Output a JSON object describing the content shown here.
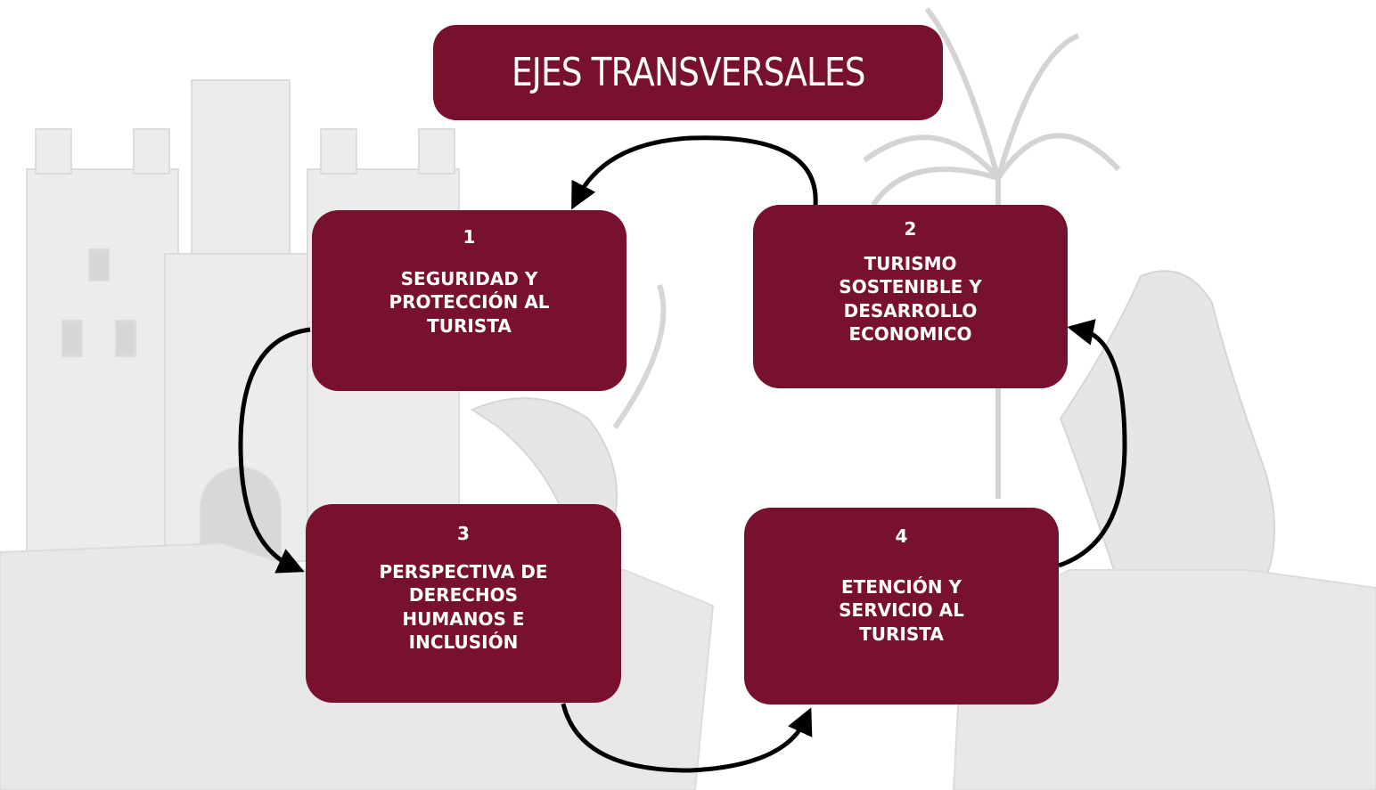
{
  "title": "EJES TRANSVERSALES",
  "colors": {
    "box": "#78112e",
    "arrow": "#000000",
    "background_art": "#e4e4e4"
  },
  "axes": [
    {
      "number": "1",
      "label": "SEGURIDAD Y\nPROTECCIÓN AL\nTURISTA"
    },
    {
      "number": "2",
      "label": "TURISMO\nSOSTENIBLE Y\nDESARROLLO\nECONOMICO"
    },
    {
      "number": "3",
      "label": "PERSPECTIVA DE\nDERECHOS\nHUMANOS E\nINCLUSIÓN"
    },
    {
      "number": "4",
      "label": "ETENCIÓN Y\nSERVICIO AL\nTURISTA"
    }
  ]
}
